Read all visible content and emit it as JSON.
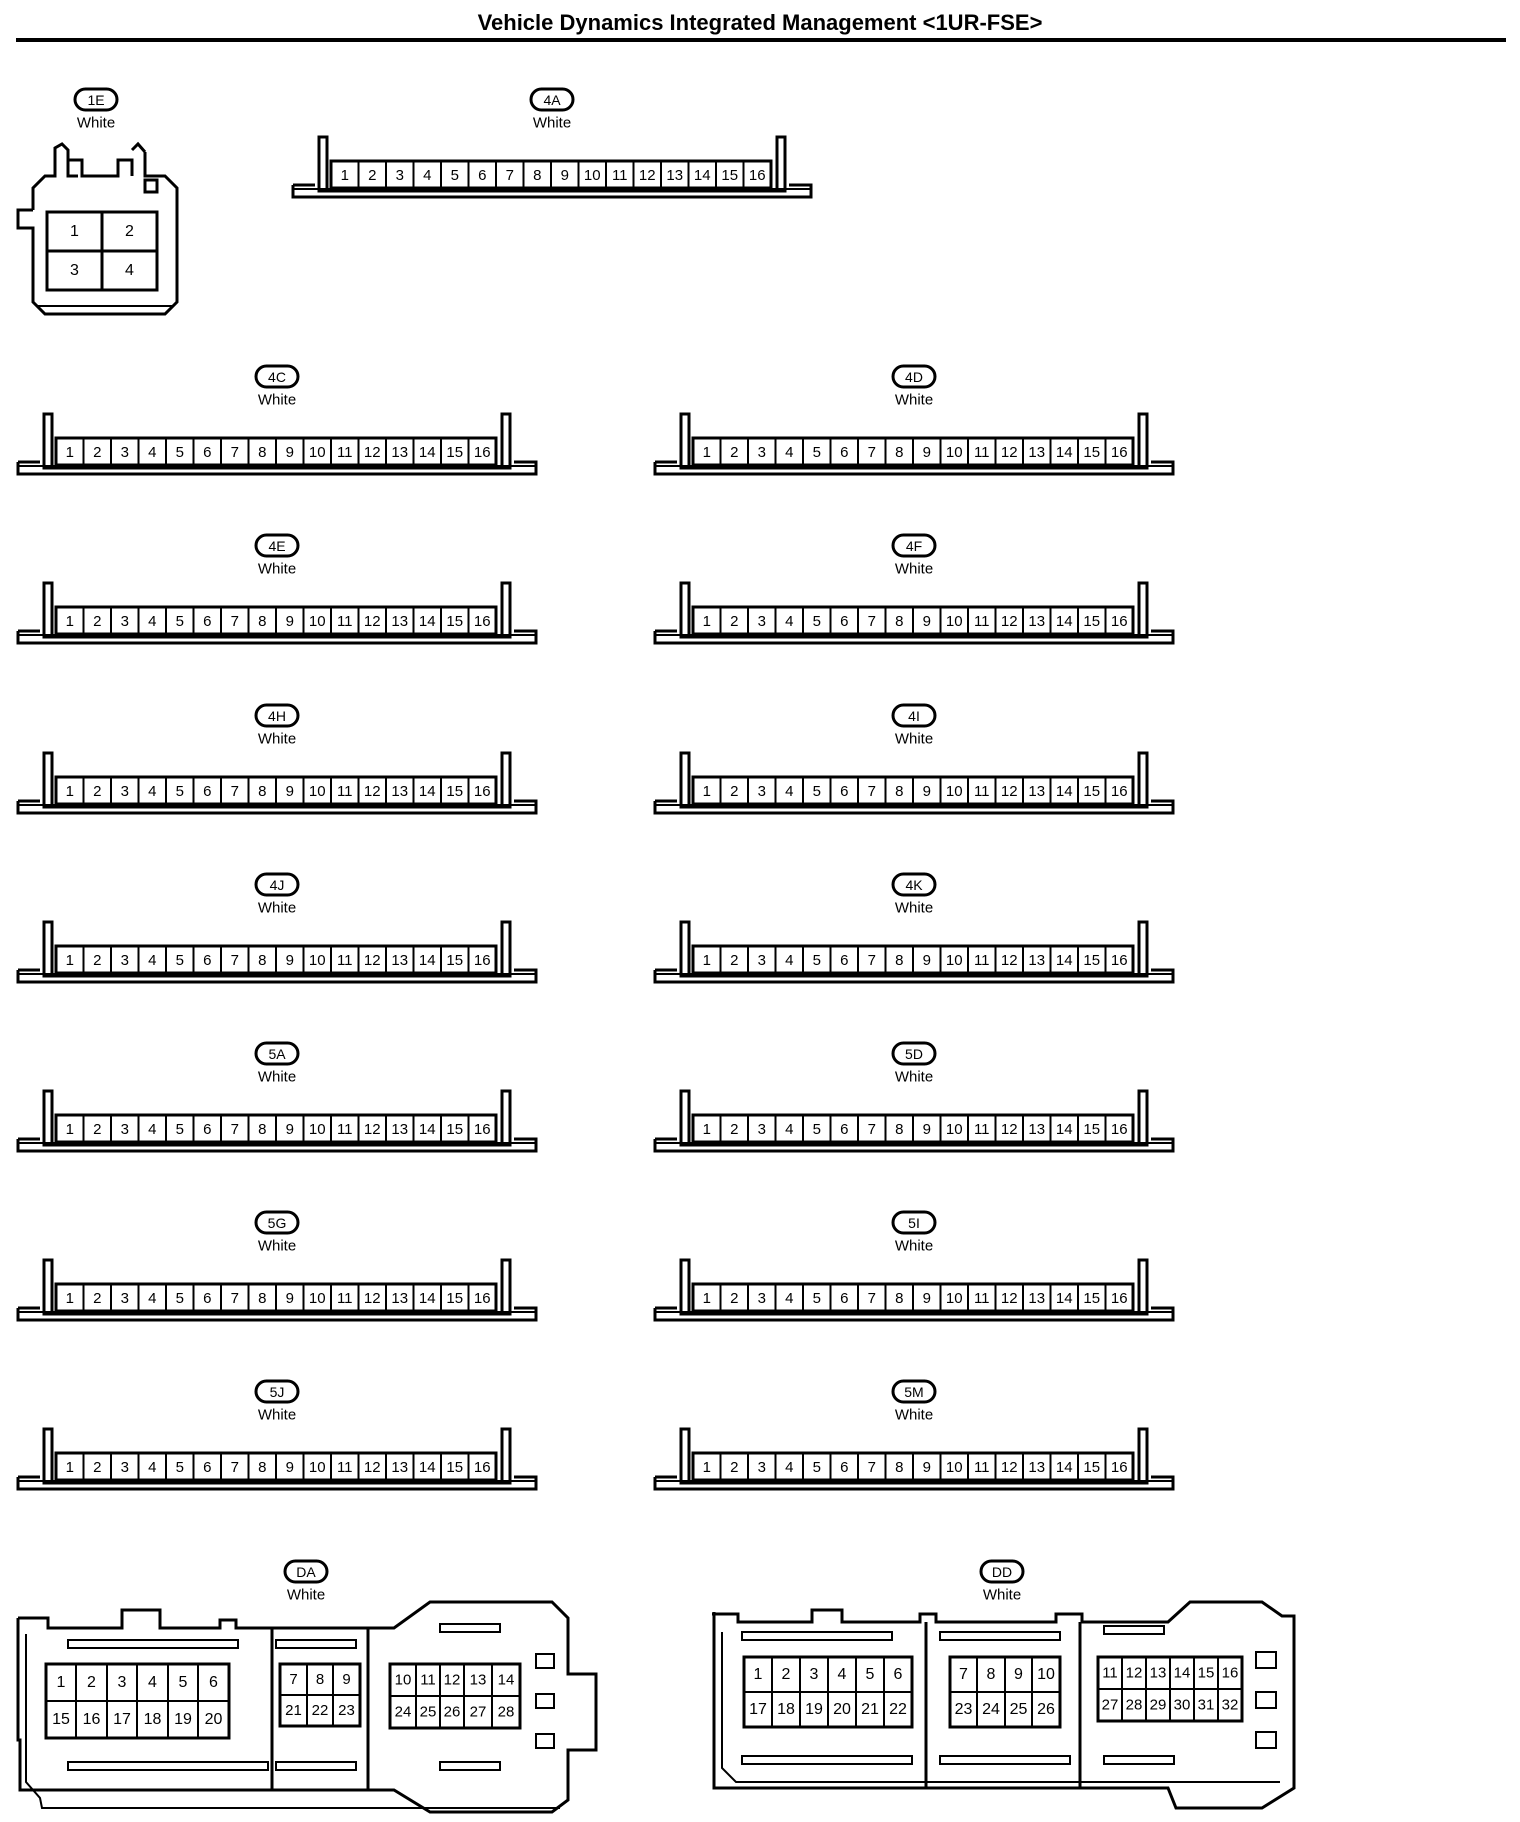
{
  "title": "Vehicle Dynamics Integrated Management <1UR-FSE>",
  "colors": {
    "ink": "#000000",
    "paper": "#ffffff"
  },
  "connectors": [
    {
      "id": "1E",
      "color": "White",
      "style": "square4",
      "pins": [
        "1",
        "2",
        "3",
        "4"
      ]
    },
    {
      "id": "4A",
      "color": "White",
      "style": "strip16",
      "pins": [
        "1",
        "2",
        "3",
        "4",
        "5",
        "6",
        "7",
        "8",
        "9",
        "10",
        "11",
        "12",
        "13",
        "14",
        "15",
        "16"
      ]
    },
    {
      "id": "4C",
      "color": "White",
      "style": "strip16",
      "pins": [
        "1",
        "2",
        "3",
        "4",
        "5",
        "6",
        "7",
        "8",
        "9",
        "10",
        "11",
        "12",
        "13",
        "14",
        "15",
        "16"
      ]
    },
    {
      "id": "4D",
      "color": "White",
      "style": "strip16",
      "pins": [
        "1",
        "2",
        "3",
        "4",
        "5",
        "6",
        "7",
        "8",
        "9",
        "10",
        "11",
        "12",
        "13",
        "14",
        "15",
        "16"
      ]
    },
    {
      "id": "4E",
      "color": "White",
      "style": "strip16",
      "pins": [
        "1",
        "2",
        "3",
        "4",
        "5",
        "6",
        "7",
        "8",
        "9",
        "10",
        "11",
        "12",
        "13",
        "14",
        "15",
        "16"
      ]
    },
    {
      "id": "4F",
      "color": "White",
      "style": "strip16",
      "pins": [
        "1",
        "2",
        "3",
        "4",
        "5",
        "6",
        "7",
        "8",
        "9",
        "10",
        "11",
        "12",
        "13",
        "14",
        "15",
        "16"
      ]
    },
    {
      "id": "4H",
      "color": "White",
      "style": "strip16",
      "pins": [
        "1",
        "2",
        "3",
        "4",
        "5",
        "6",
        "7",
        "8",
        "9",
        "10",
        "11",
        "12",
        "13",
        "14",
        "15",
        "16"
      ]
    },
    {
      "id": "4I",
      "color": "White",
      "style": "strip16",
      "pins": [
        "1",
        "2",
        "3",
        "4",
        "5",
        "6",
        "7",
        "8",
        "9",
        "10",
        "11",
        "12",
        "13",
        "14",
        "15",
        "16"
      ]
    },
    {
      "id": "4J",
      "color": "White",
      "style": "strip16",
      "pins": [
        "1",
        "2",
        "3",
        "4",
        "5",
        "6",
        "7",
        "8",
        "9",
        "10",
        "11",
        "12",
        "13",
        "14",
        "15",
        "16"
      ]
    },
    {
      "id": "4K",
      "color": "White",
      "style": "strip16",
      "pins": [
        "1",
        "2",
        "3",
        "4",
        "5",
        "6",
        "7",
        "8",
        "9",
        "10",
        "11",
        "12",
        "13",
        "14",
        "15",
        "16"
      ]
    },
    {
      "id": "5A",
      "color": "White",
      "style": "strip16",
      "pins": [
        "1",
        "2",
        "3",
        "4",
        "5",
        "6",
        "7",
        "8",
        "9",
        "10",
        "11",
        "12",
        "13",
        "14",
        "15",
        "16"
      ]
    },
    {
      "id": "5D",
      "color": "White",
      "style": "strip16",
      "pins": [
        "1",
        "2",
        "3",
        "4",
        "5",
        "6",
        "7",
        "8",
        "9",
        "10",
        "11",
        "12",
        "13",
        "14",
        "15",
        "16"
      ]
    },
    {
      "id": "5G",
      "color": "White",
      "style": "strip16",
      "pins": [
        "1",
        "2",
        "3",
        "4",
        "5",
        "6",
        "7",
        "8",
        "9",
        "10",
        "11",
        "12",
        "13",
        "14",
        "15",
        "16"
      ]
    },
    {
      "id": "5I",
      "color": "White",
      "style": "strip16",
      "pins": [
        "1",
        "2",
        "3",
        "4",
        "5",
        "6",
        "7",
        "8",
        "9",
        "10",
        "11",
        "12",
        "13",
        "14",
        "15",
        "16"
      ]
    },
    {
      "id": "5J",
      "color": "White",
      "style": "strip16",
      "pins": [
        "1",
        "2",
        "3",
        "4",
        "5",
        "6",
        "7",
        "8",
        "9",
        "10",
        "11",
        "12",
        "13",
        "14",
        "15",
        "16"
      ]
    },
    {
      "id": "5M",
      "color": "White",
      "style": "strip16",
      "pins": [
        "1",
        "2",
        "3",
        "4",
        "5",
        "6",
        "7",
        "8",
        "9",
        "10",
        "11",
        "12",
        "13",
        "14",
        "15",
        "16"
      ]
    },
    {
      "id": "DA",
      "color": "White",
      "style": "ecuDA",
      "blocks": [
        {
          "top": [
            "1",
            "2",
            "3",
            "4",
            "5",
            "6"
          ],
          "bottom": [
            "15",
            "16",
            "17",
            "18",
            "19",
            "20"
          ]
        },
        {
          "top": [
            "7",
            "8",
            "9"
          ],
          "bottom": [
            "21",
            "22",
            "23"
          ]
        },
        {
          "top": [
            "10",
            "11",
            "12",
            "13",
            "14"
          ],
          "bottom": [
            "24",
            "25",
            "26",
            "27",
            "28"
          ]
        }
      ]
    },
    {
      "id": "DD",
      "color": "White",
      "style": "ecuDD",
      "blocks": [
        {
          "top": [
            "1",
            "2",
            "3",
            "4",
            "5",
            "6"
          ],
          "bottom": [
            "17",
            "18",
            "19",
            "20",
            "21",
            "22"
          ]
        },
        {
          "top": [
            "7",
            "8",
            "9",
            "10"
          ],
          "bottom": [
            "23",
            "24",
            "25",
            "26"
          ]
        },
        {
          "top": [
            "11",
            "12",
            "13",
            "14",
            "15",
            "16"
          ],
          "bottom": [
            "27",
            "28",
            "29",
            "30",
            "31",
            "32"
          ]
        }
      ]
    }
  ]
}
